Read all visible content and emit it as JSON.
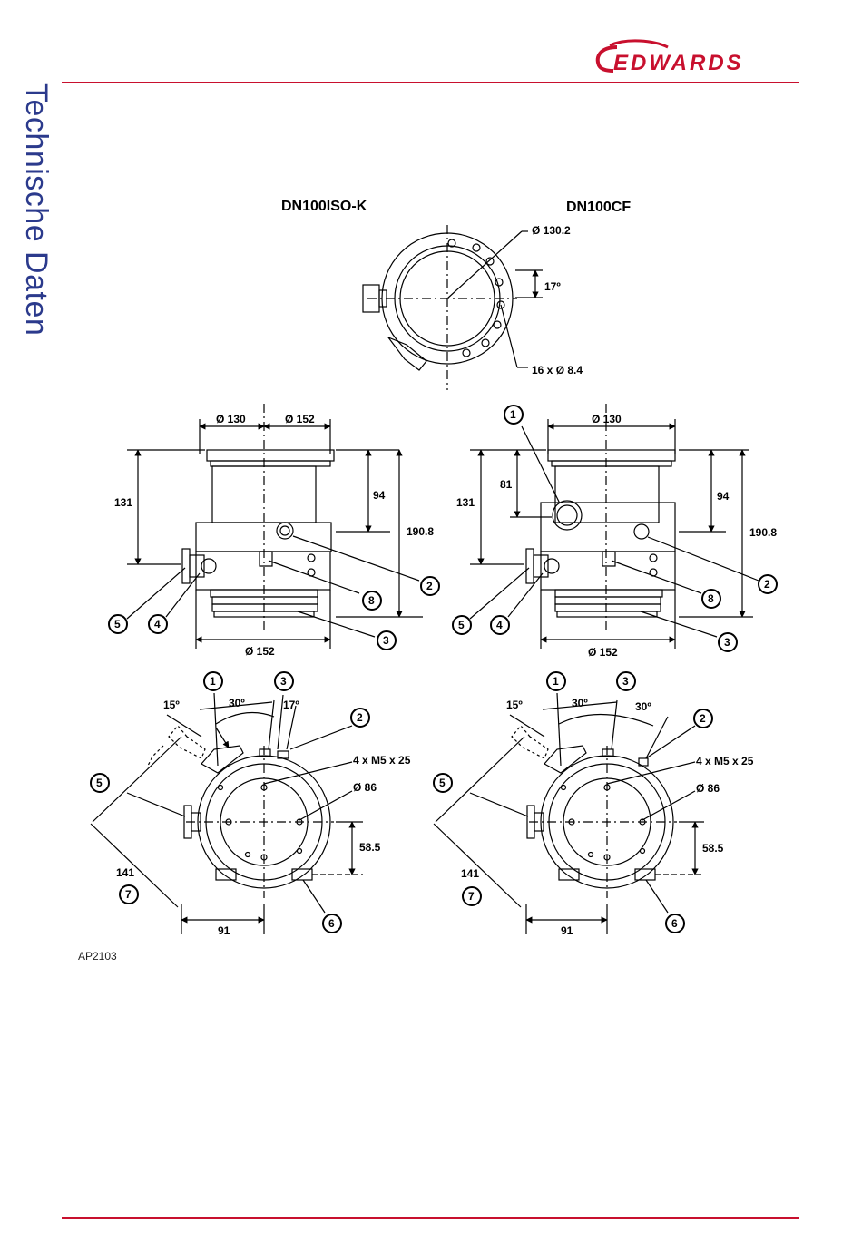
{
  "header": {
    "brand": "EDWARDS",
    "side_title": "Technische Daten",
    "brand_color": "#c8102e",
    "title_color": "#2b3a8c"
  },
  "drawing": {
    "flange_labels": [
      "DN100ISO-K",
      "DN100CF"
    ],
    "top_view_dims": {
      "bolt_circle": "Ø 130.2",
      "angle": "17º",
      "holes": "16 x Ø 8.4"
    },
    "side_views": [
      {
        "dims": [
          "Ø 130",
          "Ø 152",
          "131",
          "94",
          "190.8",
          "Ø 152"
        ],
        "callouts": [
          "2",
          "8",
          "3",
          "5",
          "4"
        ]
      },
      {
        "dims": [
          "Ø 130",
          "81",
          "131",
          "94",
          "190.8",
          "Ø 152"
        ],
        "callouts": [
          "1",
          "2",
          "8",
          "3",
          "5",
          "4"
        ]
      }
    ],
    "bottom_views": [
      {
        "dims": [
          "15º",
          "30º",
          "17º",
          "4 x M5 x 25",
          "Ø 86",
          "58.5",
          "141",
          "91"
        ],
        "callouts": [
          "1",
          "3",
          "2",
          "5",
          "7",
          "6"
        ]
      },
      {
        "dims": [
          "15º",
          "30º",
          "30º",
          "4 x M5 x 25",
          "Ø 86",
          "58.5",
          "141",
          "91"
        ],
        "callouts": [
          "1",
          "3",
          "2",
          "5",
          "7",
          "6"
        ]
      }
    ]
  },
  "footer": {
    "reference": "AP2103",
    "rule_color": "#c8102e"
  }
}
